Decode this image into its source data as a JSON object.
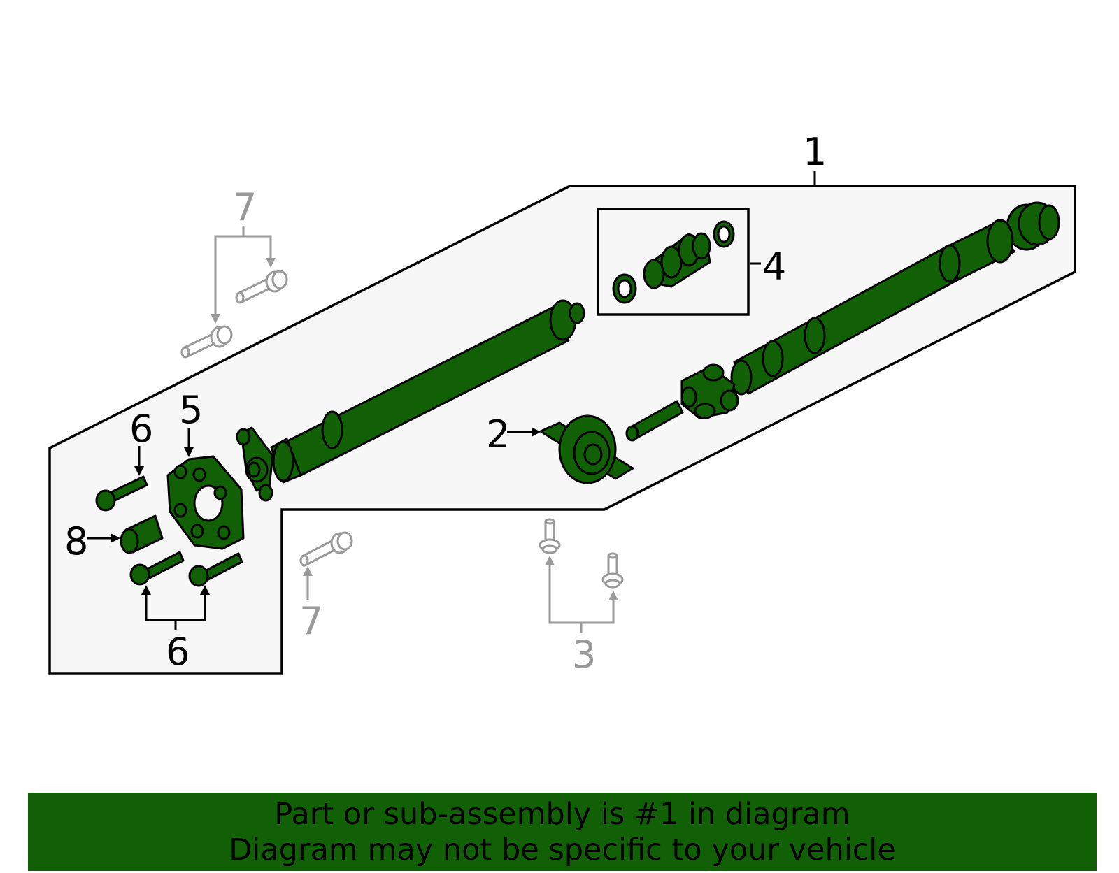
{
  "colors": {
    "part_fill": "#116006",
    "outline": "#000000",
    "ref_gray": "#9a9a9a",
    "panel_fill": "#f7f7f7",
    "banner_bg": "#116006"
  },
  "callouts": {
    "c1": "1",
    "c2": "2",
    "c3": "3",
    "c4": "4",
    "c5": "5",
    "c6_top": "6",
    "c6_bottom": "6",
    "c7_top": "7",
    "c7_bottom": "7",
    "c8": "8"
  },
  "banner": {
    "line1": "Part or sub-assembly is #1 in diagram",
    "line2": "Diagram may not be specific to your vehicle"
  }
}
